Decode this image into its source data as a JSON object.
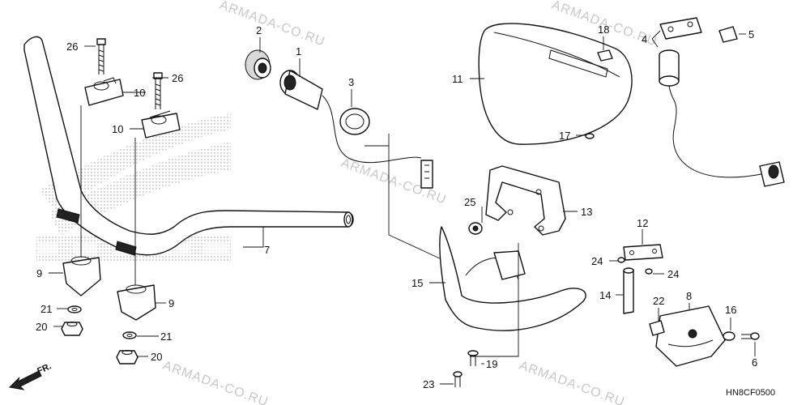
{
  "watermark": "ARMADA-CO.RU",
  "diagram_code": "HN8CF0500",
  "direction_marker": "FR.",
  "callouts": {
    "p1": "1",
    "p2": "2",
    "p3": "3",
    "p4": "4",
    "p5": "5",
    "p6": "6",
    "p7": "7",
    "p8": "8",
    "p9a": "9",
    "p9b": "9",
    "p10a": "10",
    "p10b": "10",
    "p11": "11",
    "p12": "12",
    "p13": "13",
    "p14": "14",
    "p15": "15",
    "p16": "16",
    "p17": "17",
    "p18": "18",
    "p19": "19",
    "p20a": "20",
    "p20b": "20",
    "p21a": "21",
    "p21b": "21",
    "p22": "22",
    "p23": "23",
    "p24a": "24",
    "p24b": "24",
    "p25": "25",
    "p26a": "26",
    "p26b": "26"
  }
}
